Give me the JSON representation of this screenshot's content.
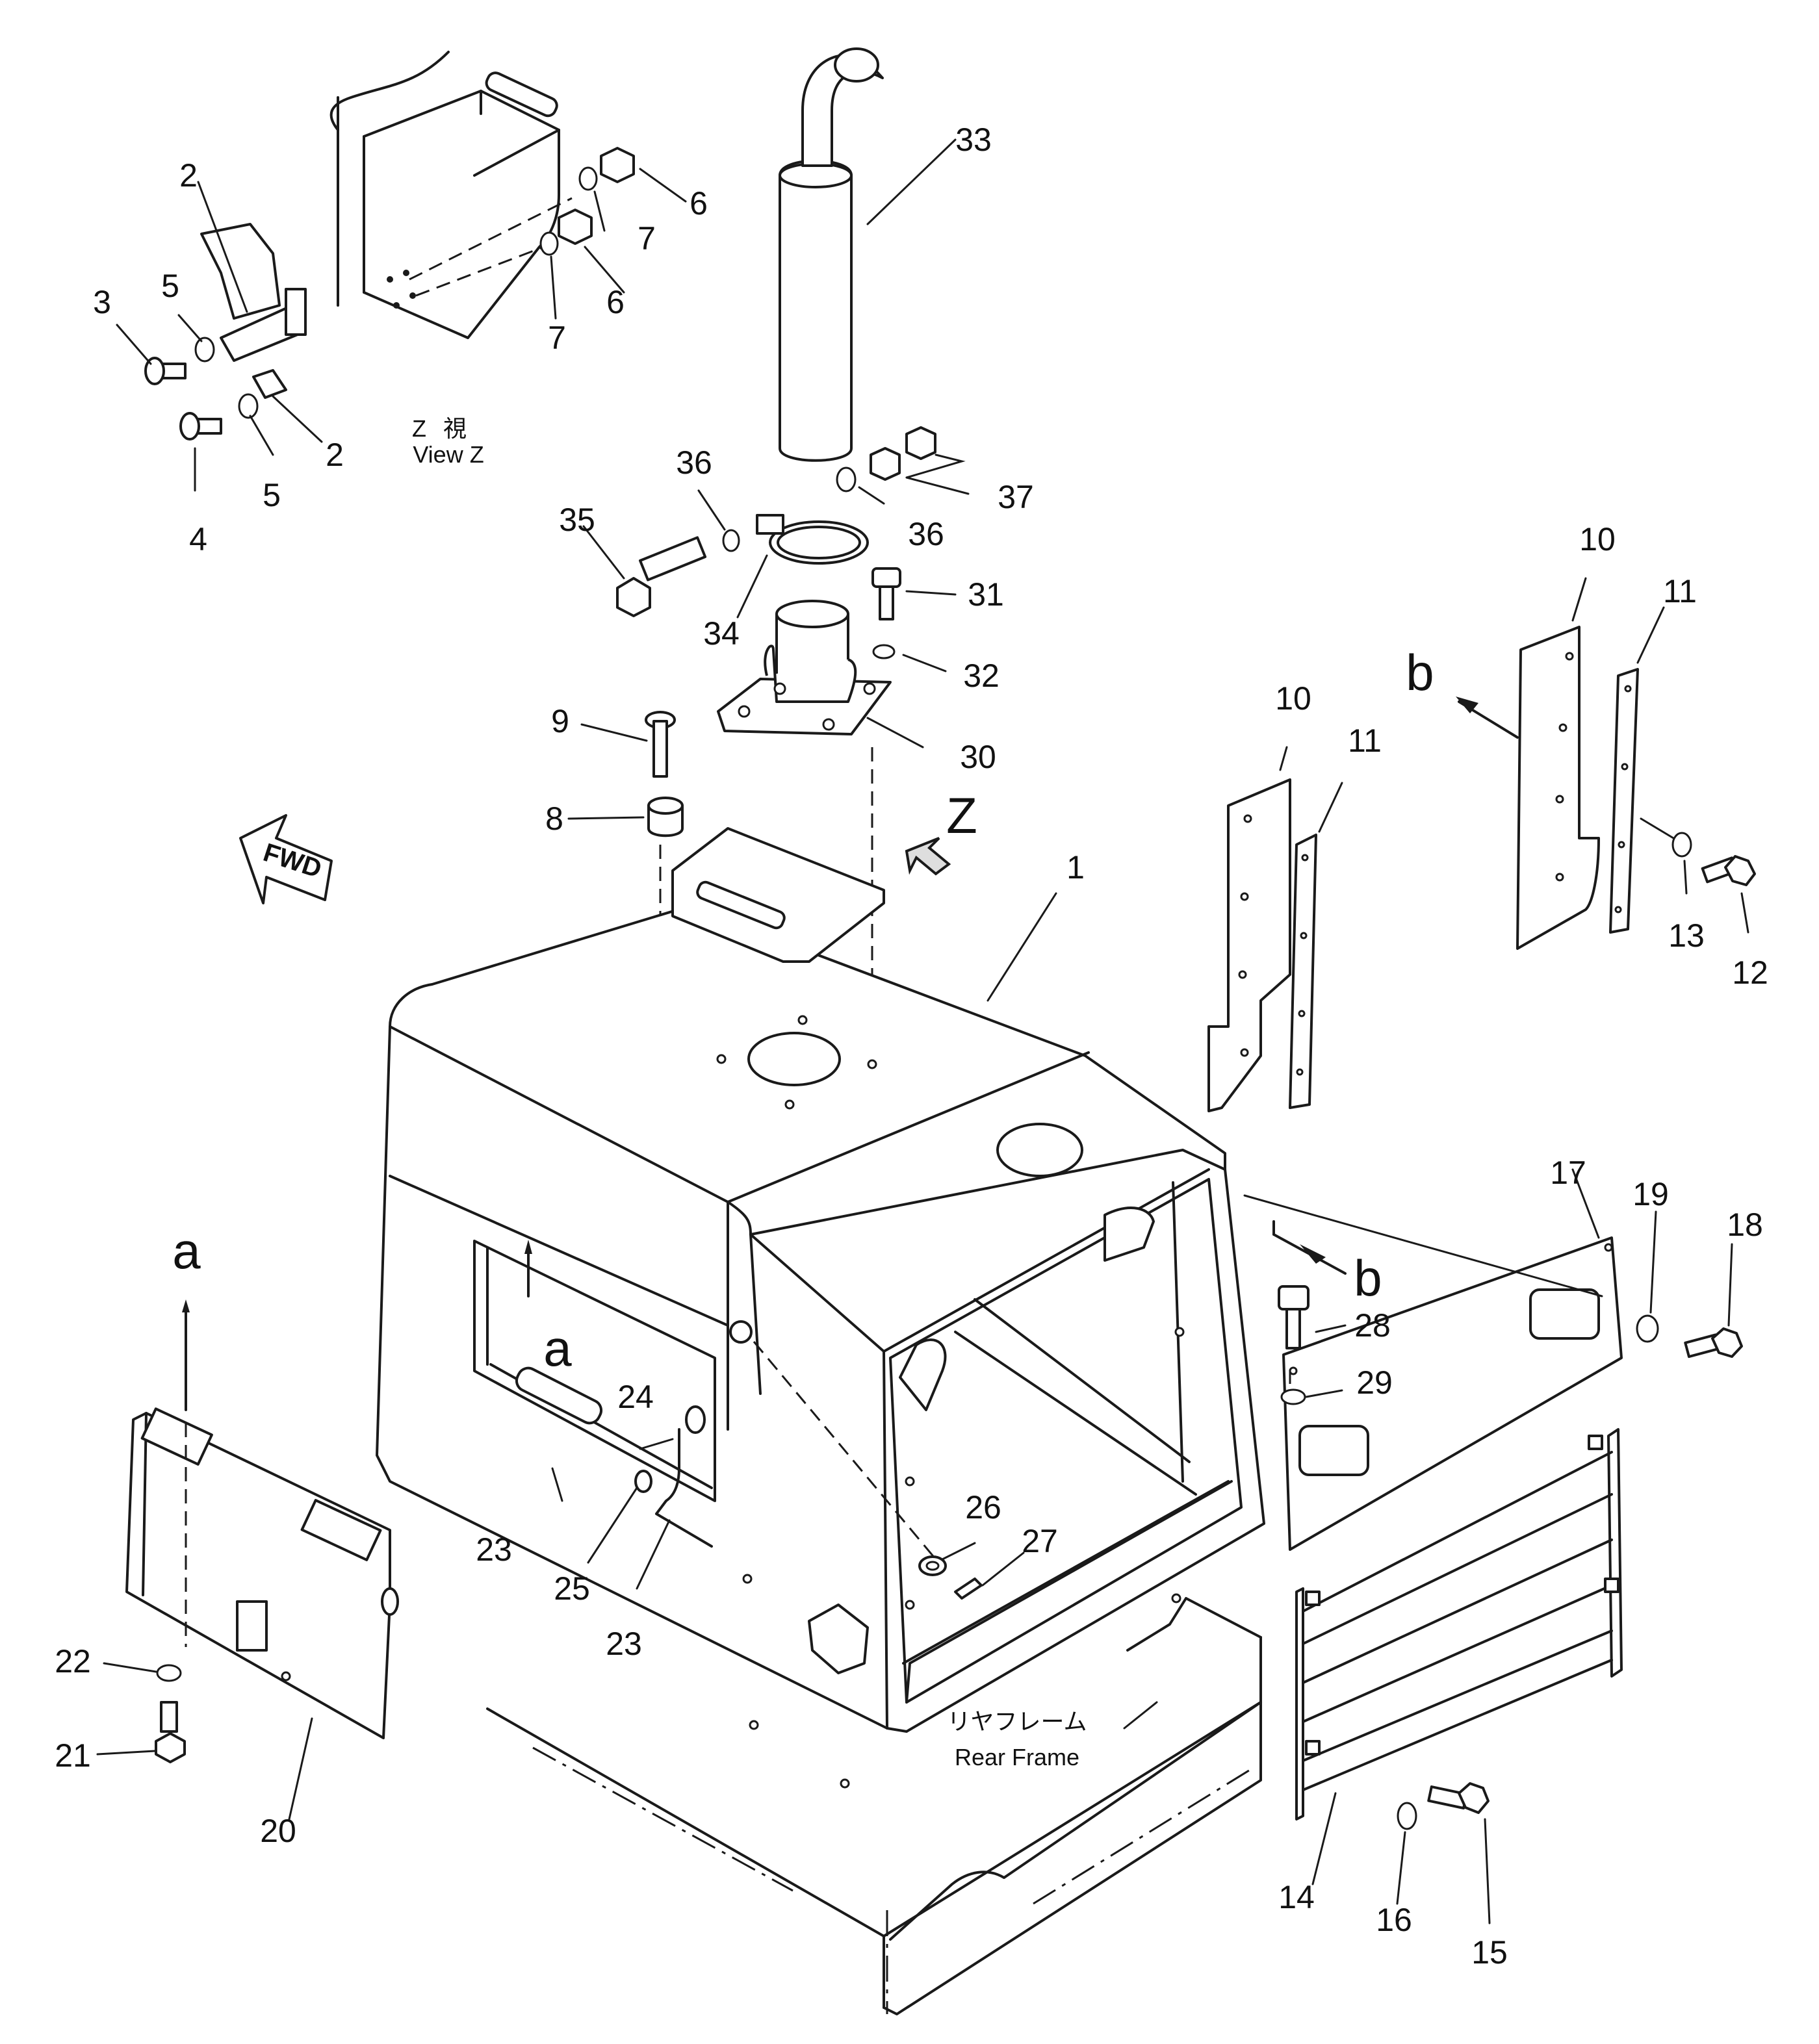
{
  "parts": {
    "p1": "1",
    "p2a": "2",
    "p2b": "2",
    "p3": "3",
    "p4": "4",
    "p5a": "5",
    "p5b": "5",
    "p6a": "6",
    "p6b": "6",
    "p7a": "7",
    "p7b": "7",
    "p8": "8",
    "p9": "9",
    "p10a": "10",
    "p10b": "10",
    "p11a": "11",
    "p11b": "11",
    "p12": "12",
    "p13": "13",
    "p14": "14",
    "p15": "15",
    "p16": "16",
    "p17": "17",
    "p18": "18",
    "p19": "19",
    "p20": "20",
    "p21": "21",
    "p22": "22",
    "p23a": "23",
    "p23b": "23",
    "p24": "24",
    "p25": "25",
    "p26": "26",
    "p27": "27",
    "p28": "28",
    "p29": "29",
    "p30": "30",
    "p31": "31",
    "p32": "32",
    "p33": "33",
    "p34": "34",
    "p35": "35",
    "p36a": "36",
    "p36b": "36",
    "p37": "37"
  },
  "markers": {
    "a1": "a",
    "a2": "a",
    "b1": "b",
    "b2": "b",
    "z": "Z"
  },
  "view_z": {
    "jp": "Z 視",
    "en": "View Z"
  },
  "rear_frame": {
    "jp": "リヤフレーム",
    "en": "Rear Frame"
  },
  "fwd": "FWD"
}
